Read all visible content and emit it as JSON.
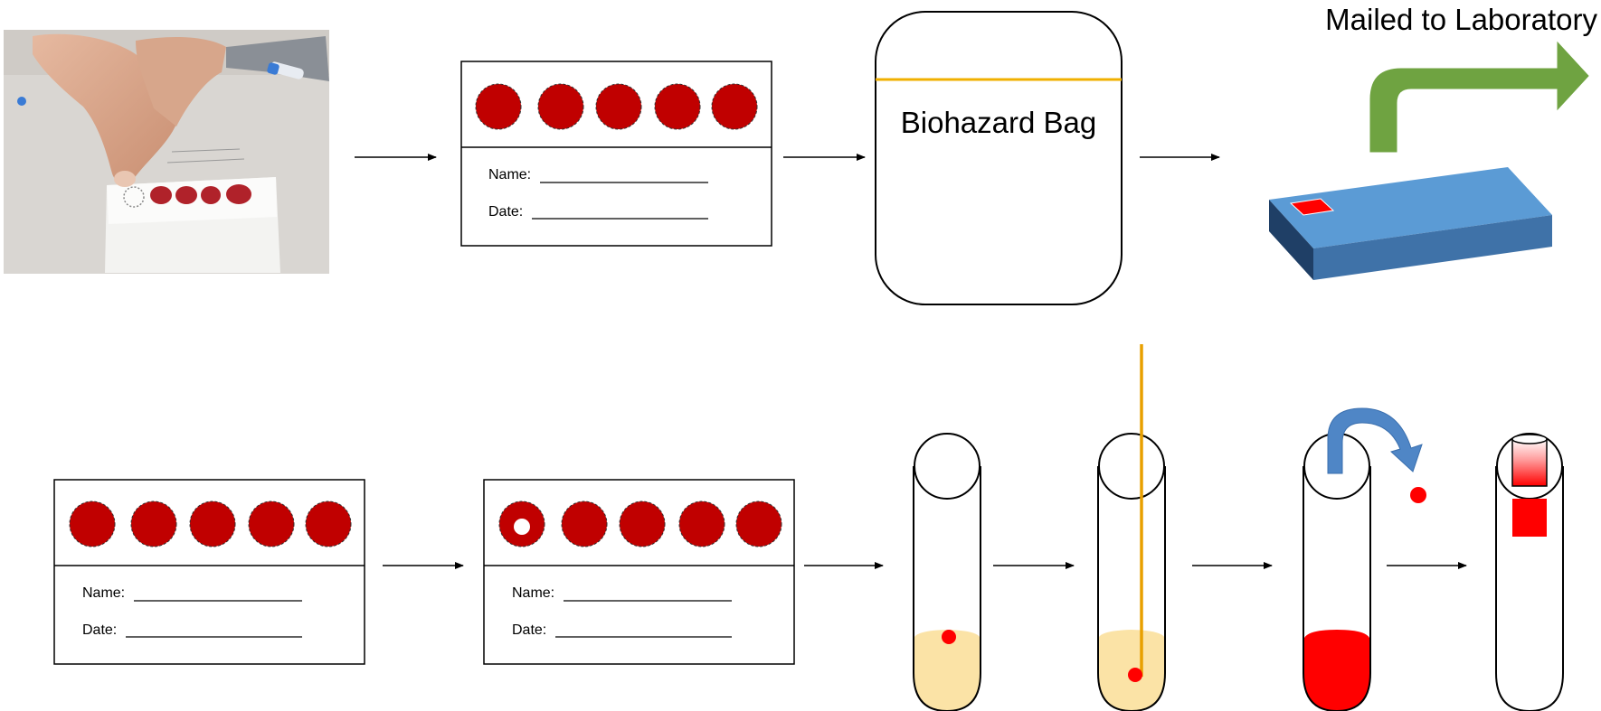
{
  "card": {
    "name_label": "Name:",
    "date_label": "Date:"
  },
  "bag": {
    "label": "Biohazard Bag"
  },
  "mail": {
    "label": "Mailed to Laboratory"
  },
  "colors": {
    "blood": "#c00000",
    "blood_bright": "#ff0000",
    "bag_seal": "#f0b000",
    "buffer": "#fbe3a6",
    "punch_rod": "#e8a000",
    "green_arrow": "#6fa341",
    "box_top": "#5b9bd5",
    "box_front": "#2e5c8a",
    "box_side": "#3f72a8",
    "curved_arrow": "#4f86c6",
    "stroke": "#000000"
  },
  "icons": {
    "photo": "finger-prick-photo",
    "connector": "right-arrow-icon",
    "mail_arrow": "green-bent-arrow-icon",
    "transfer_arrow": "blue-curved-arrow-icon"
  }
}
